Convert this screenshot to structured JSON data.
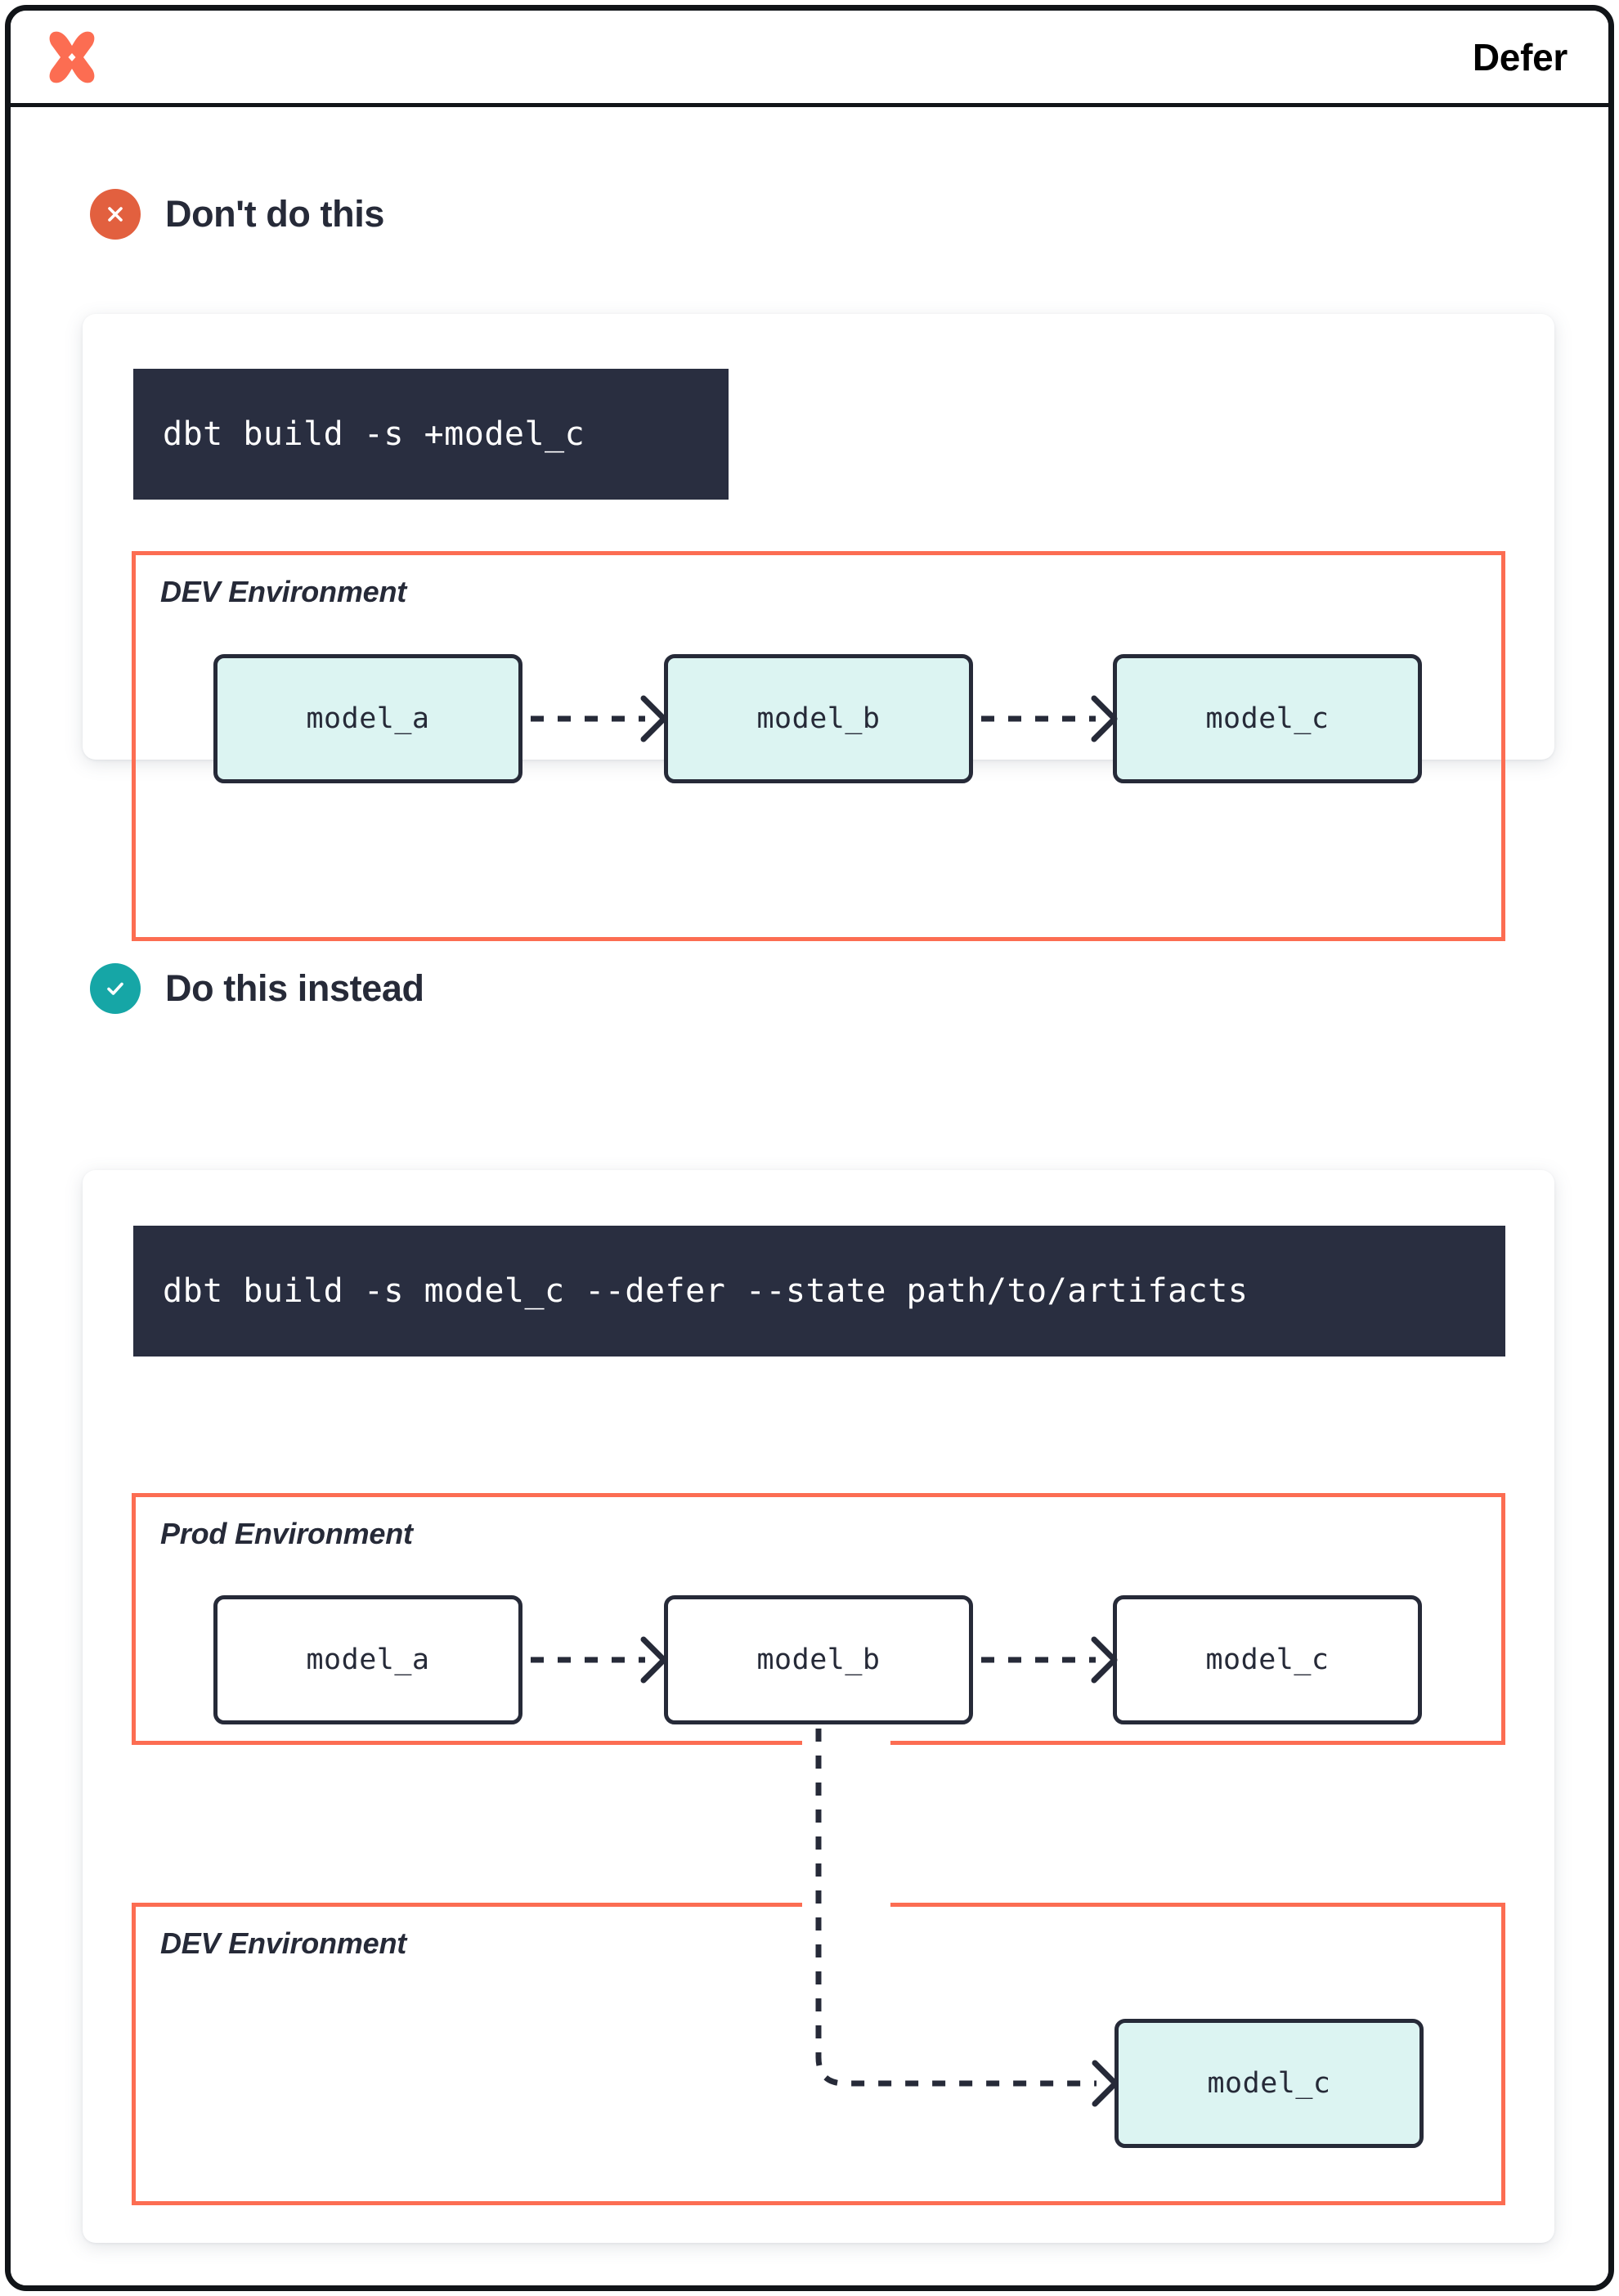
{
  "header": {
    "title": "Defer",
    "logo_icon": "dbt-logo-icon"
  },
  "sections": [
    {
      "id": "dont",
      "badge_icon": "x-circle-icon",
      "badge_color": "#E2603F",
      "title": "Don't do this",
      "command": "dbt build -s +model_c",
      "environments": [
        {
          "label": "DEV Environment",
          "nodes": [
            {
              "label": "model_a",
              "style": "mint"
            },
            {
              "label": "model_b",
              "style": "mint"
            },
            {
              "label": "model_c",
              "style": "mint"
            }
          ]
        }
      ]
    },
    {
      "id": "do",
      "badge_icon": "check-circle-icon",
      "badge_color": "#16A6A6",
      "title": "Do this instead",
      "command": "dbt build -s model_c --defer --state path/to/artifacts",
      "environments": [
        {
          "label": "Prod Environment",
          "nodes": [
            {
              "label": "model_a",
              "style": "plain"
            },
            {
              "label": "model_b",
              "style": "plain"
            },
            {
              "label": "model_c",
              "style": "plain"
            }
          ]
        },
        {
          "label": "DEV Environment",
          "nodes": [
            {
              "label": "model_c",
              "style": "mint"
            }
          ]
        }
      ]
    }
  ],
  "colors": {
    "brand_orange": "#FC6D52",
    "ink": "#262A38",
    "code_bg": "#292E40",
    "node_mint": "#DCF4F2",
    "bad_red": "#E2603F",
    "good_teal": "#16A6A6"
  }
}
